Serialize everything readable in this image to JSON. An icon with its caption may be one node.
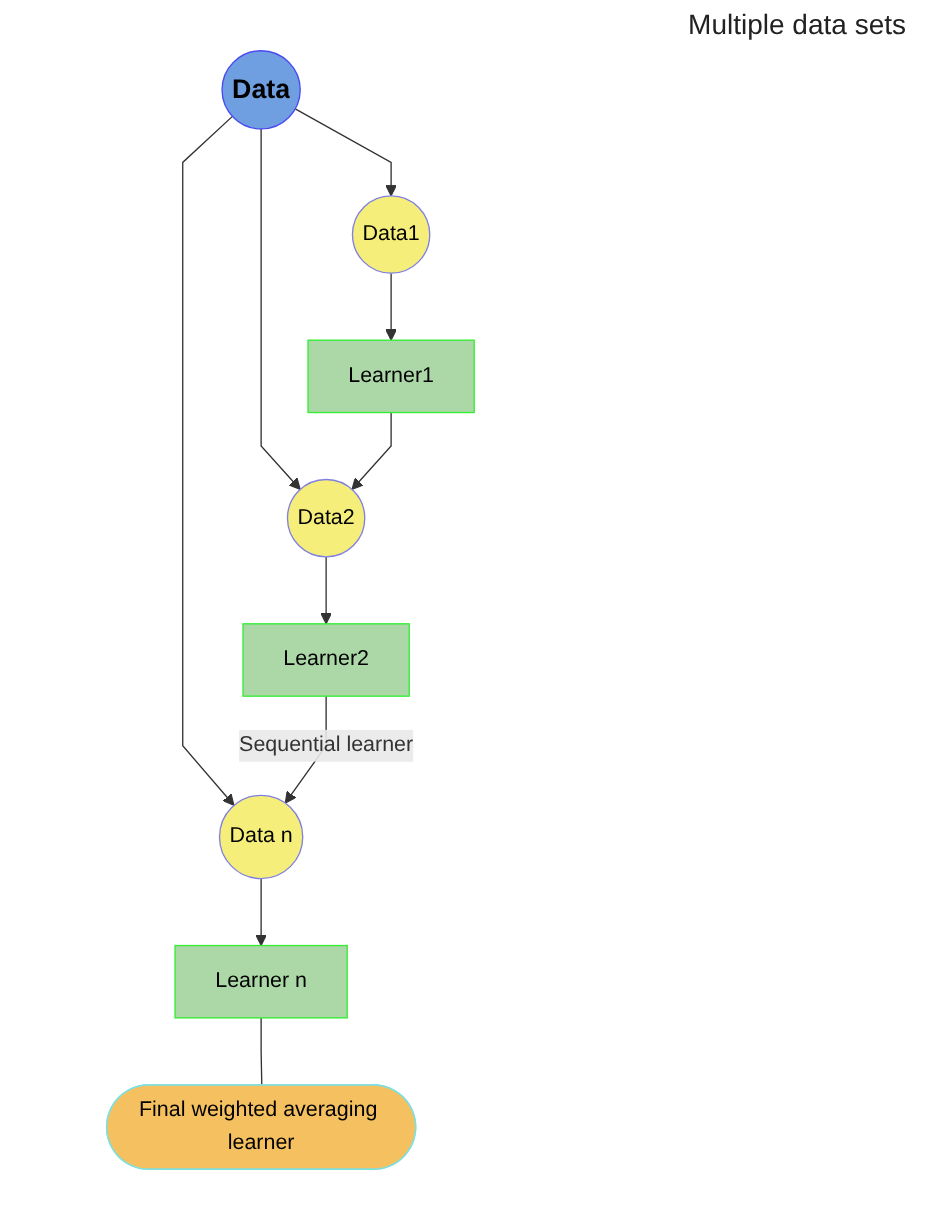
{
  "diagram": {
    "nodes": [
      {
        "text": [
          "Data"
        ]
      },
      {
        "text": [
          "Data1"
        ]
      },
      {
        "text": [
          "Data2"
        ]
      },
      {
        "text": [
          "Data n"
        ]
      },
      {
        "text": [
          "Learner1"
        ]
      },
      {
        "text": [
          "Learner2"
        ]
      },
      {
        "text": [
          "Learner n"
        ]
      },
      {
        "text": [
          "Final weighted averaging learner"
        ]
      }
    ],
    "edges": [
      {
        "from": 0,
        "to": 1,
        "arrow": "to"
      },
      {
        "from": 0,
        "to": 2,
        "arrow": "to"
      },
      {
        "from": 0,
        "to": 3,
        "arrow": "to"
      },
      {
        "from": 1,
        "to": 4,
        "arrow": "to"
      },
      {
        "from": 2,
        "to": 5,
        "arrow": "to"
      },
      {
        "from": 3,
        "to": 6,
        "arrow": "to"
      },
      {
        "from": 4,
        "to": 2,
        "arrow": "to"
      },
      {
        "from": 5,
        "to": 3,
        "arrow": "to",
        "label": "Sequential learner"
      },
      {
        "from": 6,
        "to": 7,
        "arrow": "none"
      }
    ],
    "labels": [
      "Multiple data sets"
    ]
  }
}
